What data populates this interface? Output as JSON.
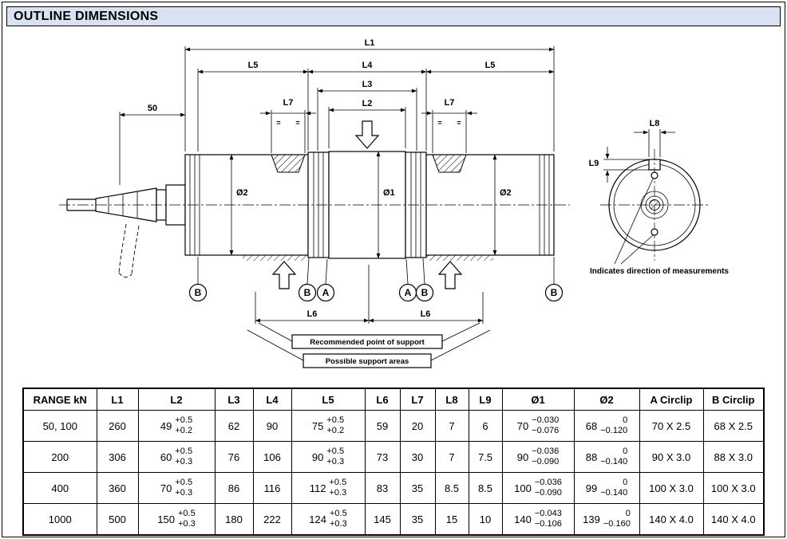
{
  "page": {
    "title": "OUTLINE DIMENSIONS"
  },
  "colors": {
    "header-bg": "#d9e2f2",
    "line": "#000000",
    "background": "#ffffff"
  },
  "drawing": {
    "dims": {
      "l1": "L1",
      "l2": "L2",
      "l3": "L3",
      "l4": "L4",
      "l5": "L5",
      "l6": "L6",
      "l7": "L7",
      "l8": "L8",
      "l9": "L9",
      "d50": "50",
      "phi1": "Ø1",
      "phi2": "Ø2",
      "eq": "="
    },
    "balloons": {
      "a": "A",
      "b": "B"
    },
    "notes": {
      "recommended": "Recommended point of support",
      "possible": "Possible support areas",
      "indicates": "Indicates direction of measurements"
    }
  },
  "table": {
    "headers": [
      "RANGE kN",
      "L1",
      "L2",
      "L3",
      "L4",
      "L5",
      "L6",
      "L7",
      "L8",
      "L9",
      "Ø1",
      "Ø2",
      "A Circlip",
      "B Circlip"
    ],
    "rows": [
      {
        "range": "50, 100",
        "l1": "260",
        "l2": {
          "v": "49",
          "t1": "+0.5",
          "t2": "+0.2"
        },
        "l3": "62",
        "l4": "90",
        "l5": {
          "v": "75",
          "t1": "+0.5",
          "t2": "+0.2"
        },
        "l6": "59",
        "l7": "20",
        "l8": "7",
        "l9": "6",
        "d1": {
          "v": "70",
          "t1": "−0.030",
          "t2": "−0.076"
        },
        "d2": {
          "v": "68",
          "t1": "0",
          "t2": "−0.120"
        },
        "ac": "70 X 2.5",
        "bc": "68 X 2.5"
      },
      {
        "range": "200",
        "l1": "306",
        "l2": {
          "v": "60",
          "t1": "+0.5",
          "t2": "+0.3"
        },
        "l3": "76",
        "l4": "106",
        "l5": {
          "v": "90",
          "t1": "+0.5",
          "t2": "+0.3"
        },
        "l6": "73",
        "l7": "30",
        "l8": "7",
        "l9": "7.5",
        "d1": {
          "v": "90",
          "t1": "−0.036",
          "t2": "−0.090"
        },
        "d2": {
          "v": "88",
          "t1": "0",
          "t2": "−0.140"
        },
        "ac": "90 X 3.0",
        "bc": "88 X 3.0"
      },
      {
        "range": "400",
        "l1": "360",
        "l2": {
          "v": "70",
          "t1": "+0.5",
          "t2": "+0.3"
        },
        "l3": "86",
        "l4": "116",
        "l5": {
          "v": "112",
          "t1": "+0.5",
          "t2": "+0.3"
        },
        "l6": "83",
        "l7": "35",
        "l8": "8.5",
        "l9": "8.5",
        "d1": {
          "v": "100",
          "t1": "−0.036",
          "t2": "−0.090"
        },
        "d2": {
          "v": "99",
          "t1": "0",
          "t2": "−0.140"
        },
        "ac": "100 X 3.0",
        "bc": "100 X 3.0"
      },
      {
        "range": "1000",
        "l1": "500",
        "l2": {
          "v": "150",
          "t1": "+0.5",
          "t2": "+0.3"
        },
        "l3": "180",
        "l4": "222",
        "l5": {
          "v": "124",
          "t1": "+0.5",
          "t2": "+0.3"
        },
        "l6": "145",
        "l7": "35",
        "l8": "15",
        "l9": "10",
        "d1": {
          "v": "140",
          "t1": "−0.043",
          "t2": "−0.106"
        },
        "d2": {
          "v": "139",
          "t1": "0",
          "t2": "−0.160"
        },
        "ac": "140 X 4.0",
        "bc": "140 X 4.0"
      }
    ]
  }
}
